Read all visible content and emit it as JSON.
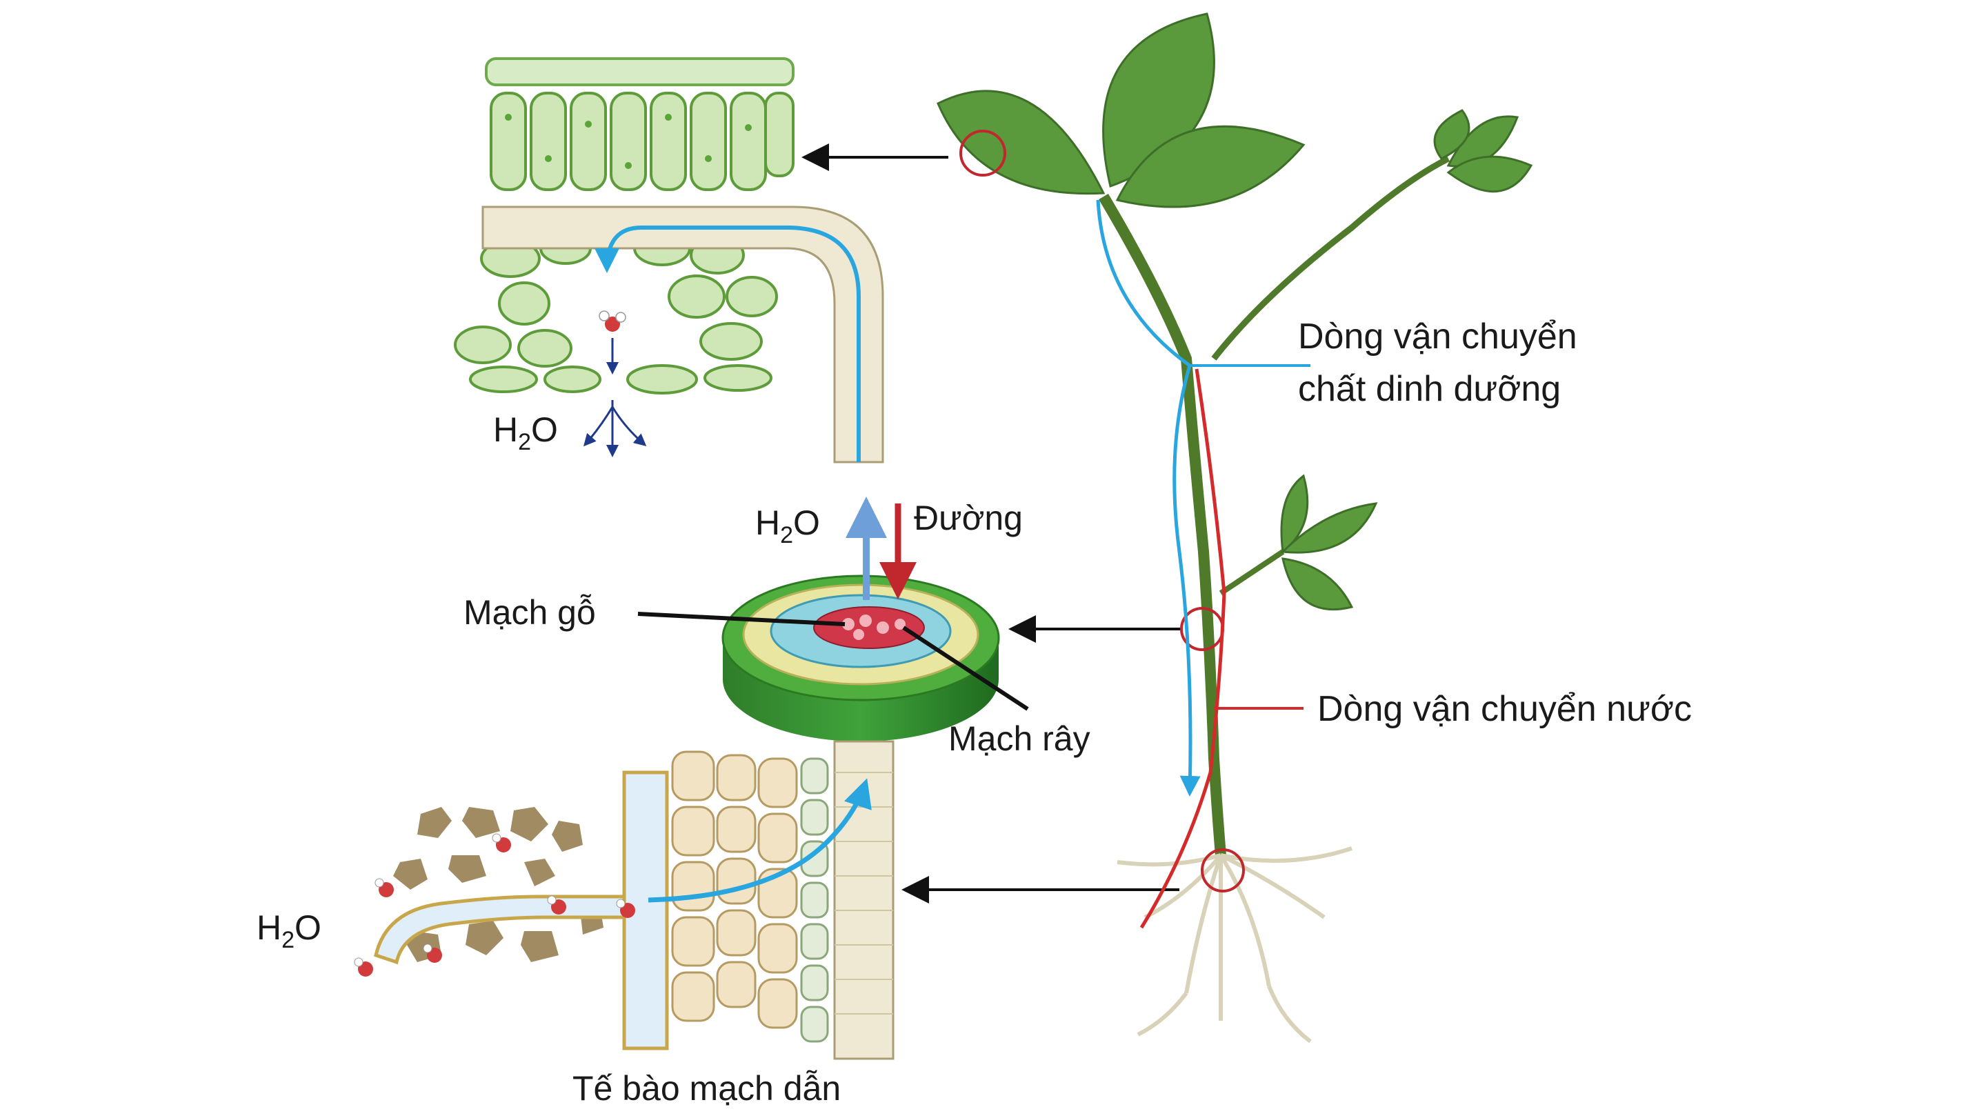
{
  "labels": {
    "water": "H",
    "water_sub": "2",
    "water_tail": "O",
    "sugar": "Đường",
    "xylem": "Mạch gỗ",
    "phloem": "Mạch rây",
    "nutrient_flow_line1": "Dòng vận chuyển",
    "nutrient_flow_line2": "chất dinh dưỡng",
    "water_flow": "Dòng vận chuyển nước",
    "conducting_cells": "Tế bào mạch dẫn"
  },
  "colors": {
    "water_flow": "#29a6e0",
    "sugar_flow": "#d42a2a",
    "leaf": "#5b9a3c",
    "stem": "#6f8f3a",
    "root": "#d8d2b8"
  }
}
